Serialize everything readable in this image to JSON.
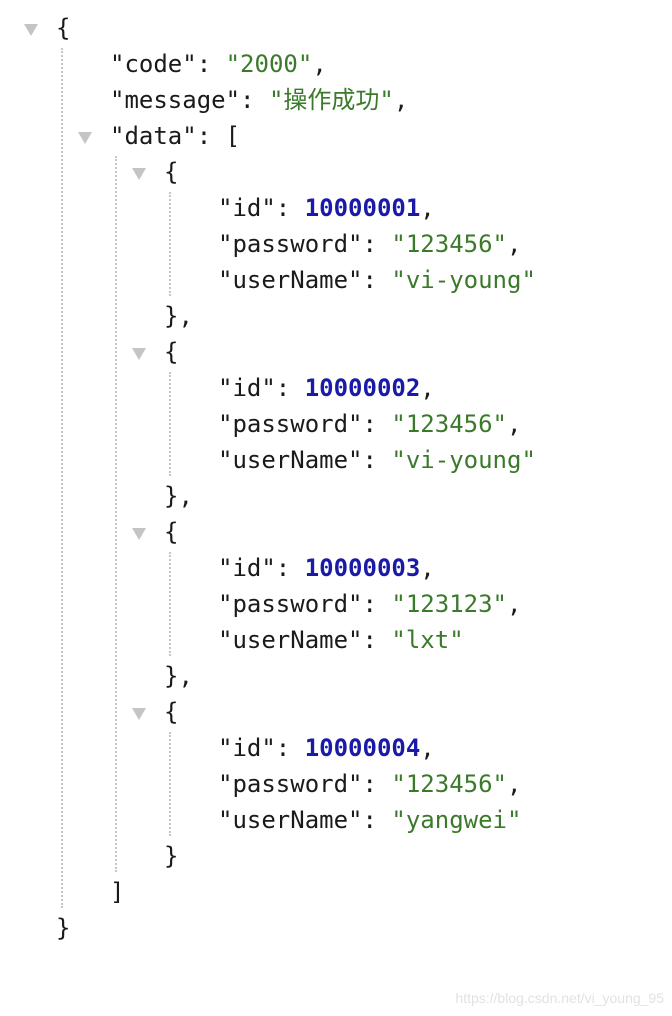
{
  "json_view": {
    "root_open": "{",
    "root_close": "}",
    "code": {
      "key": "\"code\"",
      "value": "\"2000\""
    },
    "message": {
      "key": "\"message\"",
      "value": "\"操作成功\""
    },
    "data": {
      "key": "\"data\"",
      "open": "[",
      "close": "]"
    },
    "records": [
      {
        "id": "10000001",
        "password": "\"123456\"",
        "userName": "\"vi-young\""
      },
      {
        "id": "10000002",
        "password": "\"123456\"",
        "userName": "\"vi-young\""
      },
      {
        "id": "10000003",
        "password": "\"123123\"",
        "userName": "\"lxt\""
      },
      {
        "id": "10000004",
        "password": "\"123456\"",
        "userName": "\"yangwei\""
      }
    ],
    "labels": {
      "id": "\"id\"",
      "password": "\"password\"",
      "userName": "\"userName\"",
      "colon": ": ",
      "comma": ",",
      "obj_open": "{",
      "obj_close_comma": "},",
      "obj_close": "}"
    }
  },
  "colors": {
    "string": "#3a7a2a",
    "number": "#1a1aa6",
    "key": "#1a1a1a",
    "toggle": "#c4c4c4"
  },
  "watermark": "https://blog.csdn.net/vi_young_95"
}
